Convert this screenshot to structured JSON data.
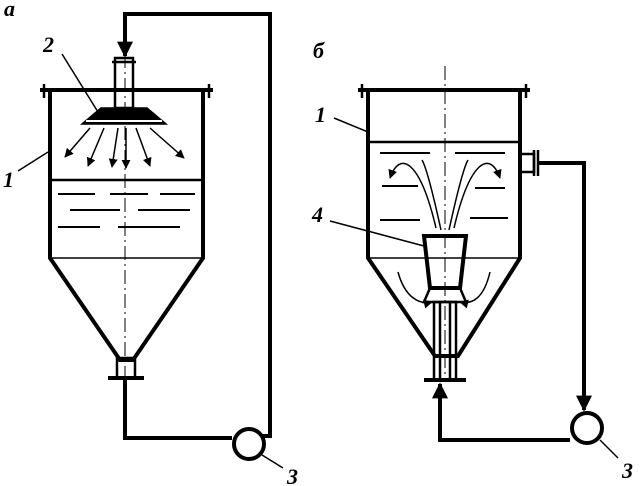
{
  "diagram": {
    "variant_a": {
      "letter": "а",
      "labels": {
        "vessel": "1",
        "spray_head": "2",
        "pump": "3"
      }
    },
    "variant_b": {
      "letter": "б",
      "labels": {
        "vessel": "1",
        "ejector": "4",
        "pump": "3"
      }
    }
  }
}
